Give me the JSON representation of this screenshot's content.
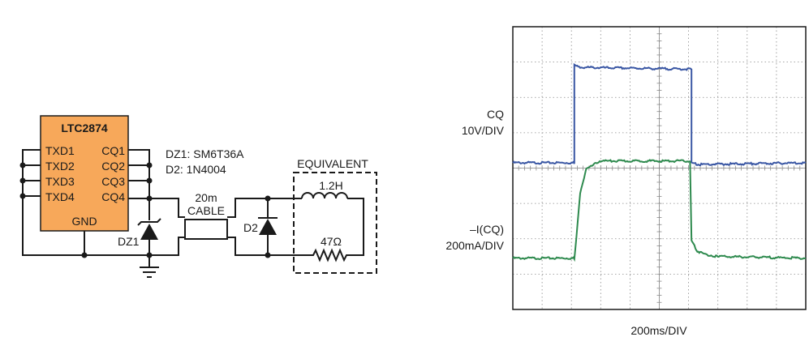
{
  "circuit": {
    "chip_name": "LTC2874",
    "left_pins": [
      "TXD1",
      "TXD2",
      "TXD3",
      "TXD4"
    ],
    "right_pins": [
      "CQ1",
      "CQ2",
      "CQ3",
      "CQ4"
    ],
    "gnd_label": "GND",
    "notes": [
      "DZ1: SM6T36A",
      "D2: 1N4004"
    ],
    "cable_labels": [
      "20m",
      "CABLE"
    ],
    "dz1_label": "DZ1",
    "d2_label": "D2",
    "equivalent_label": "EQUIVALENT",
    "inductor_label": "1.2H",
    "resistor_label": "47Ω",
    "colors": {
      "chip_fill": "#f7a85a",
      "wire": "#1a1a1a"
    }
  },
  "scope": {
    "ch1_label": [
      "CQ",
      "10V/DIV"
    ],
    "ch2_label": [
      "–I(CQ)",
      "200mA/DIV"
    ],
    "x_label": "200ms/DIV",
    "colors": {
      "ch1": "#3a57a4",
      "ch2": "#2e8a4e",
      "grid": "#8a8a8a"
    }
  },
  "chart_data": {
    "type": "line",
    "title": "",
    "xlabel": "200ms/DIV",
    "divisions": {
      "x": 10,
      "y": 8
    },
    "xlim": [
      0,
      10
    ],
    "series": [
      {
        "name": "CQ",
        "units_per_div": "10V/DIV",
        "x": [
          0,
          2.1,
          2.1,
          2.3,
          6.0,
          6.1,
          6.1,
          6.3,
          10
        ],
        "y": [
          4.15,
          4.15,
          6.9,
          6.85,
          6.8,
          6.8,
          4.15,
          4.1,
          4.15
        ]
      },
      {
        "name": "–I(CQ)",
        "units_per_div": "200mA/DIV",
        "x": [
          0,
          2.1,
          2.2,
          2.3,
          2.5,
          2.8,
          3.2,
          6.05,
          6.1,
          6.3,
          6.6,
          7.0,
          10
        ],
        "y": [
          1.45,
          1.45,
          2.3,
          3.3,
          3.95,
          4.15,
          4.2,
          4.2,
          1.95,
          1.65,
          1.55,
          1.5,
          1.45
        ]
      }
    ]
  }
}
